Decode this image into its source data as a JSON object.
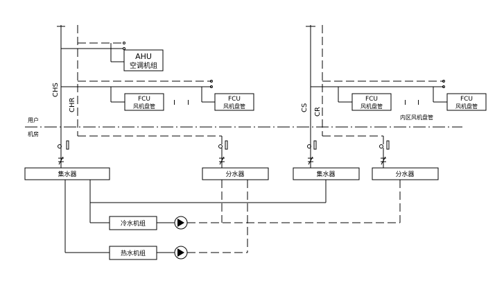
{
  "labels": {
    "ahu_line1": "AHU",
    "ahu_line2": "空调机组",
    "fcu_line1": "FCU",
    "fcu_line2": "风机盘管",
    "chs": "CHS",
    "chr": "CHR",
    "cs": "CS",
    "cr": "CR",
    "floor_user": "用户",
    "floor_plant": "机房",
    "zone_fcu": "内区风机盘管",
    "collector": "集水器",
    "distributor": "分水器",
    "chiller": "冷水机组",
    "boiler": "热水机组",
    "break_mark": "I"
  },
  "colors": {
    "line": "#000000",
    "background": "#ffffff"
  }
}
